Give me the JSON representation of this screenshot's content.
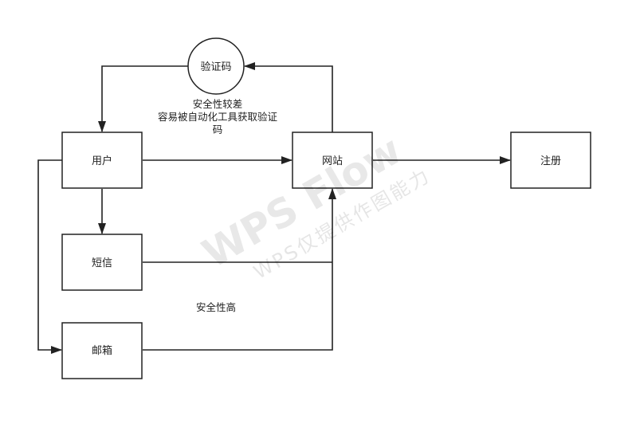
{
  "nodes": {
    "captcha": "验证码",
    "user": "用户",
    "website": "网站",
    "register": "注册",
    "sms": "短信",
    "email": "邮箱"
  },
  "notes": {
    "captcha_note_line1": "安全性较差",
    "captcha_note_line2": "容易被自动化工具获取验证",
    "captcha_note_line3": "码",
    "secure_note": "安全性高"
  },
  "watermark": {
    "brand": "WPS Flow",
    "caption": "WPS仅提供作图能力"
  },
  "colors": {
    "stroke": "#222222",
    "background": "#ffffff"
  }
}
